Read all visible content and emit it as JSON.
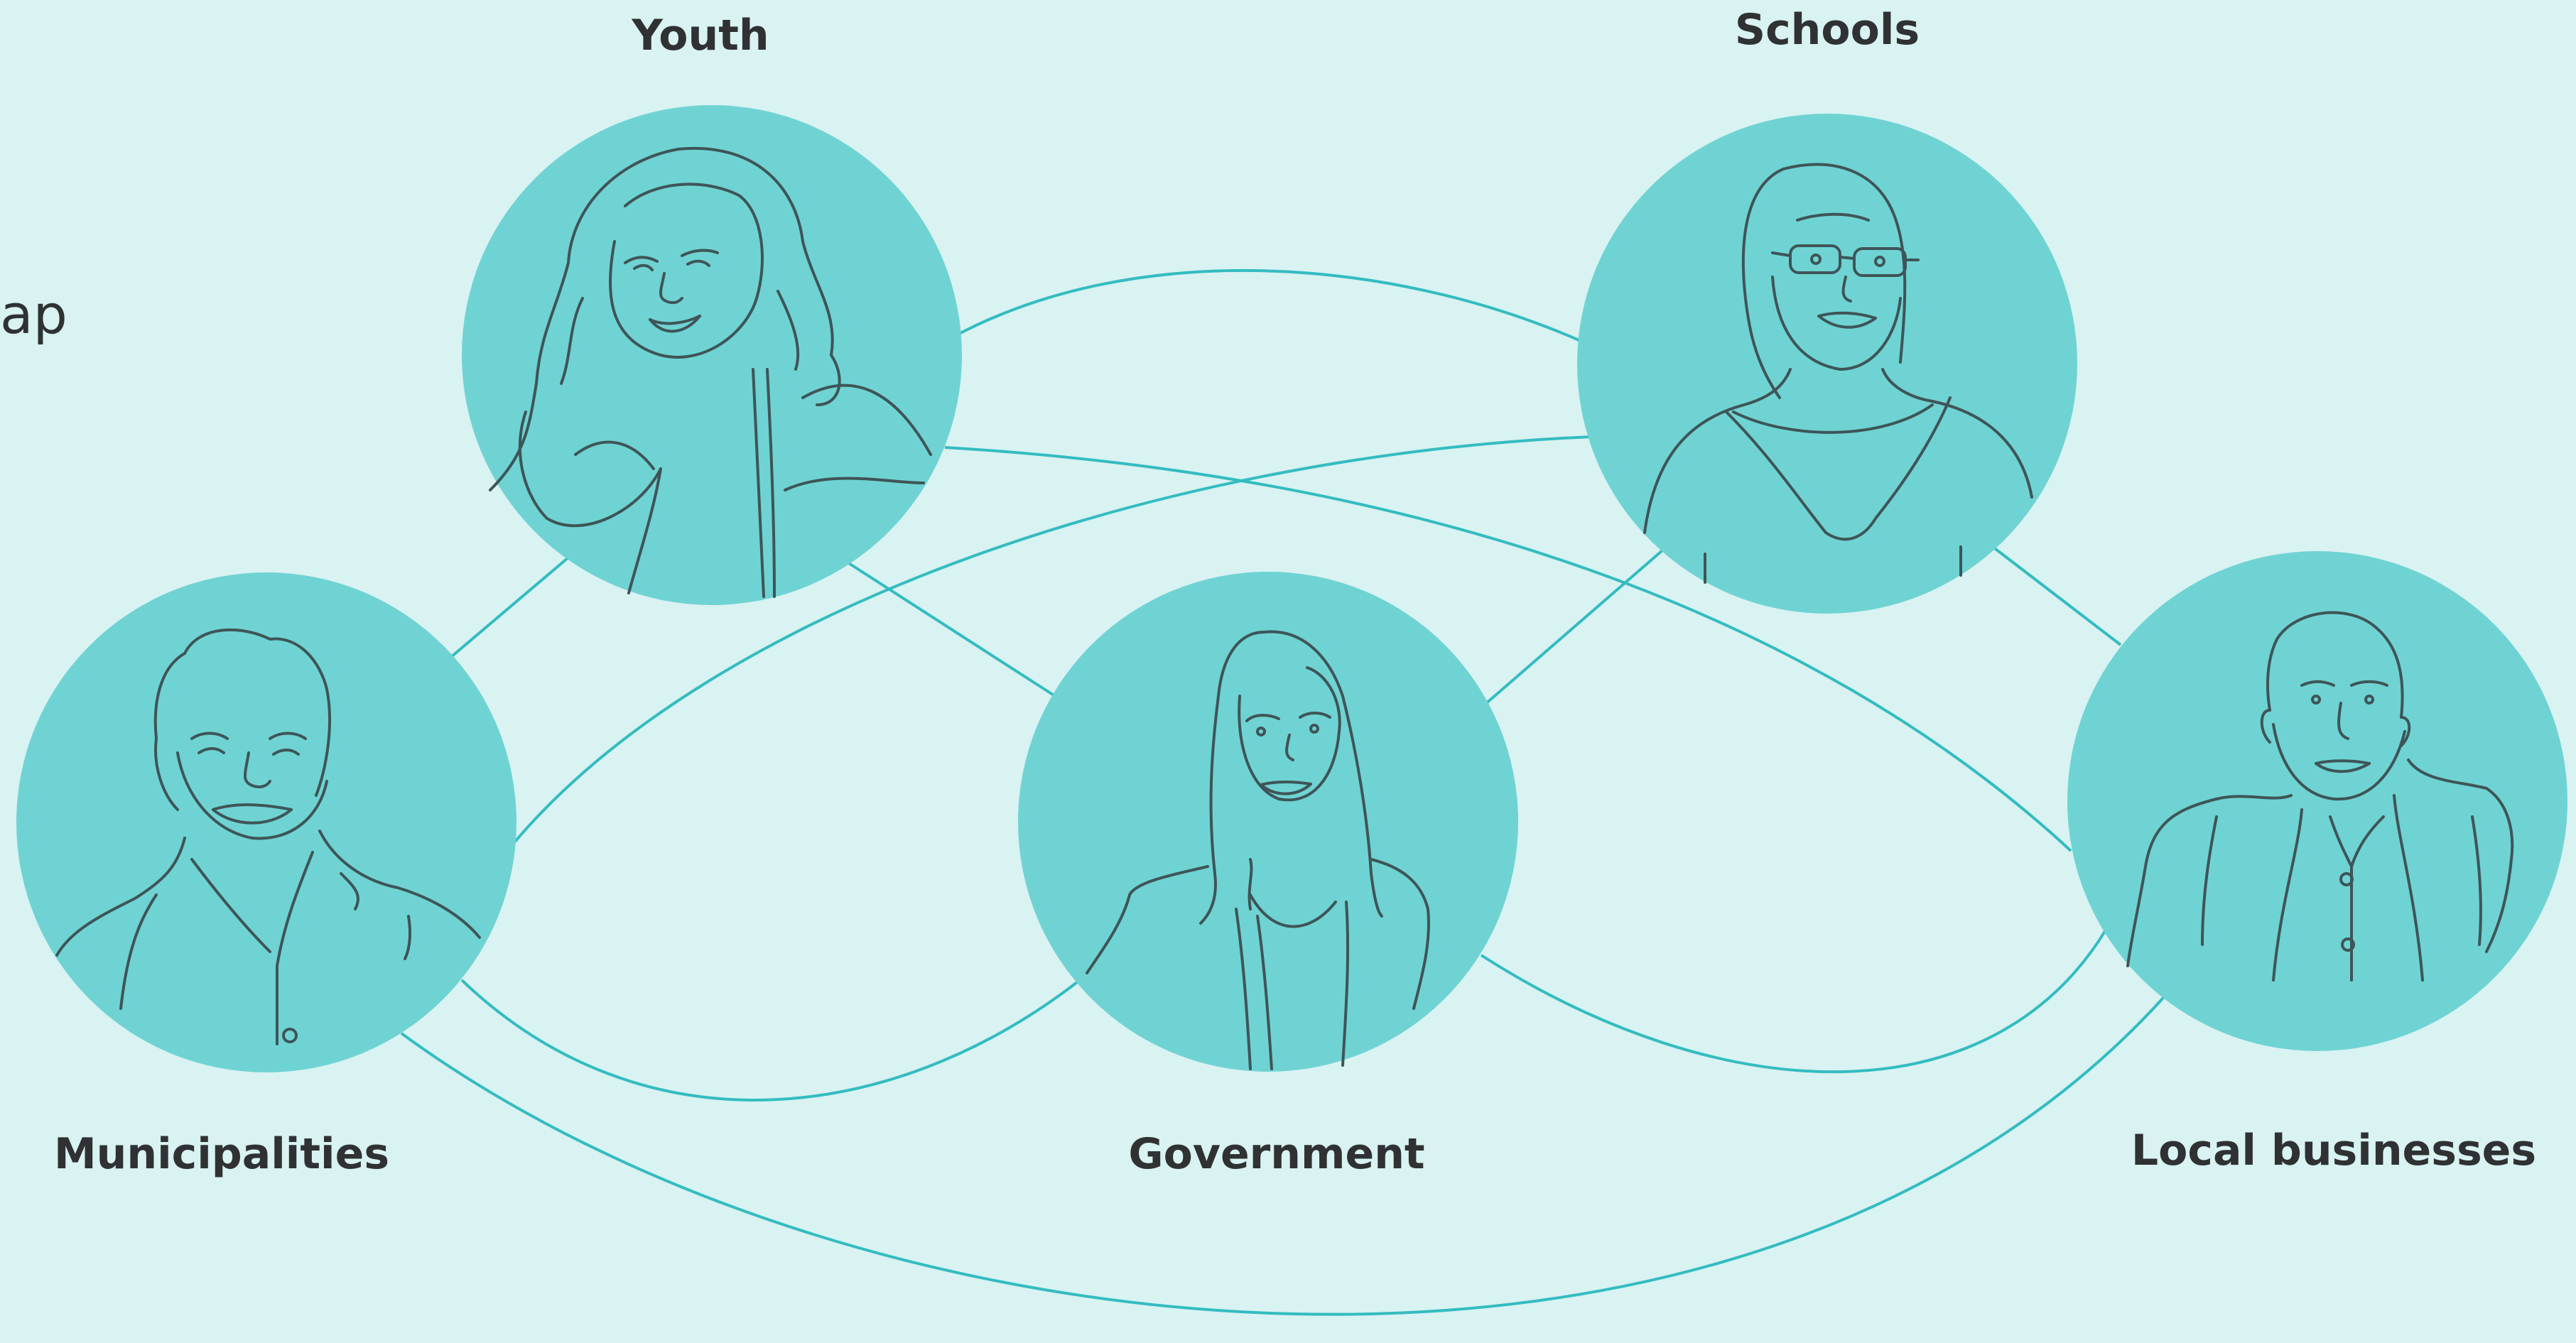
{
  "title_fragment": "ap",
  "colors": {
    "background": "#d9f2f2",
    "circle_fill": "#6fd3d3",
    "connector": "#33bcc0",
    "sketch_line": "#3e5557",
    "label_text": "#2f3133"
  },
  "nodes": [
    {
      "id": "youth",
      "label": "Youth",
      "portrait": "young-woman-curly-hair-portrait"
    },
    {
      "id": "schools",
      "label": "Schools",
      "portrait": "woman-with-glasses-portrait"
    },
    {
      "id": "municipalities",
      "label": "Municipalities",
      "portrait": "smiling-man-portrait"
    },
    {
      "id": "government",
      "label": "Government",
      "portrait": "woman-long-hair-portrait"
    },
    {
      "id": "local_businesses",
      "label": "Local businesses",
      "portrait": "bald-man-in-suit-portrait"
    }
  ],
  "connections": [
    [
      "youth",
      "schools"
    ],
    [
      "youth",
      "local_businesses"
    ],
    [
      "youth",
      "municipalities"
    ],
    [
      "youth",
      "government"
    ],
    [
      "schools",
      "municipalities"
    ],
    [
      "schools",
      "government"
    ],
    [
      "schools",
      "local_businesses"
    ],
    [
      "municipalities",
      "government"
    ],
    [
      "municipalities",
      "local_businesses"
    ],
    [
      "government",
      "local_businesses"
    ]
  ]
}
